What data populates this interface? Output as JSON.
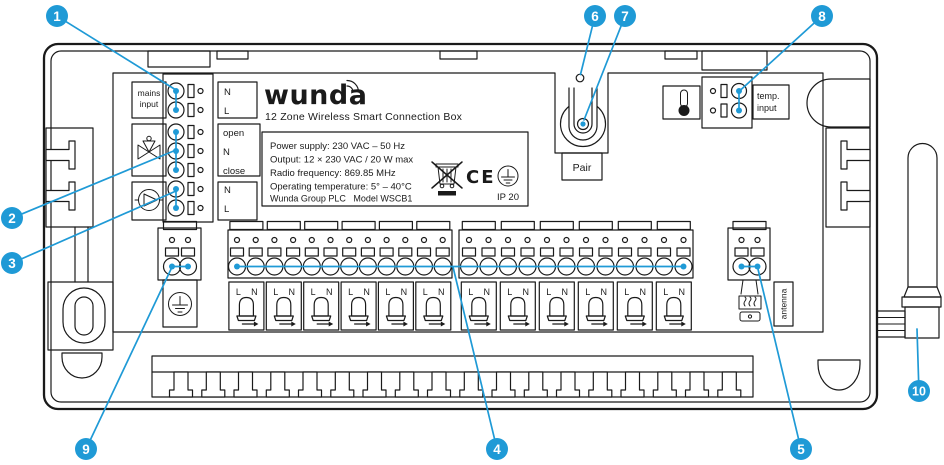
{
  "title": "Wunda 12 Zone Wireless Smart Connection Box wiring diagram",
  "colors": {
    "accent_blue": "#1f9ad6",
    "line_ink": "#1a1a1a",
    "background": "#ffffff"
  },
  "callouts": {
    "n1": "1",
    "n2": "2",
    "n3": "3",
    "n4": "4",
    "n5": "5",
    "n6": "6",
    "n7": "7",
    "n8": "8",
    "n9": "9",
    "n10": "10"
  },
  "mains": {
    "label_line1": "mains",
    "label_line2": "input",
    "terminal_top": "N",
    "terminal_bottom": "L"
  },
  "valve": {
    "terminal_top": "open",
    "terminal_mid": "N",
    "terminal_bottom": "close"
  },
  "pump": {
    "terminal_top": "N",
    "terminal_bottom": "L"
  },
  "brand": {
    "logo": "wunda",
    "subtitle": "12 Zone Wireless Smart Connection Box"
  },
  "specs": {
    "power": "Power supply: 230 VAC – 50 Hz",
    "output": "Output: 12 × 230 VAC / 20 W max",
    "radio": "Radio frequency: 869.85 MHz",
    "temperature": "Operating temperature: 5° – 40°C",
    "manufacturer": "Wunda Group PLC   Model WSCB1",
    "ce_mark": "CE",
    "ip_rating": "IP 20"
  },
  "pair": {
    "button_label": "Pair"
  },
  "temp_input": {
    "label_line1": "temp.",
    "label_line2": "input"
  },
  "zone": {
    "live": "L",
    "neutral": "N"
  },
  "antenna": {
    "label": "antenna"
  },
  "icons": {
    "pair_led_icon": "status-led",
    "pair_button_icon": "recessed-pair-button",
    "valve_icon": "3-way-mixing-valve",
    "pump_icon": "circulation-pump",
    "thermometer_icon": "temperature-sensor",
    "earth_icon": "protective-earth",
    "weee_icon": "crossed-out-wheelie-bin",
    "ce_icon": "ce-mark",
    "boiler_icon": "boiler-heat-demand",
    "actuator_icon": "thermo-electric-actuator",
    "antenna_icon": "external-antenna"
  }
}
